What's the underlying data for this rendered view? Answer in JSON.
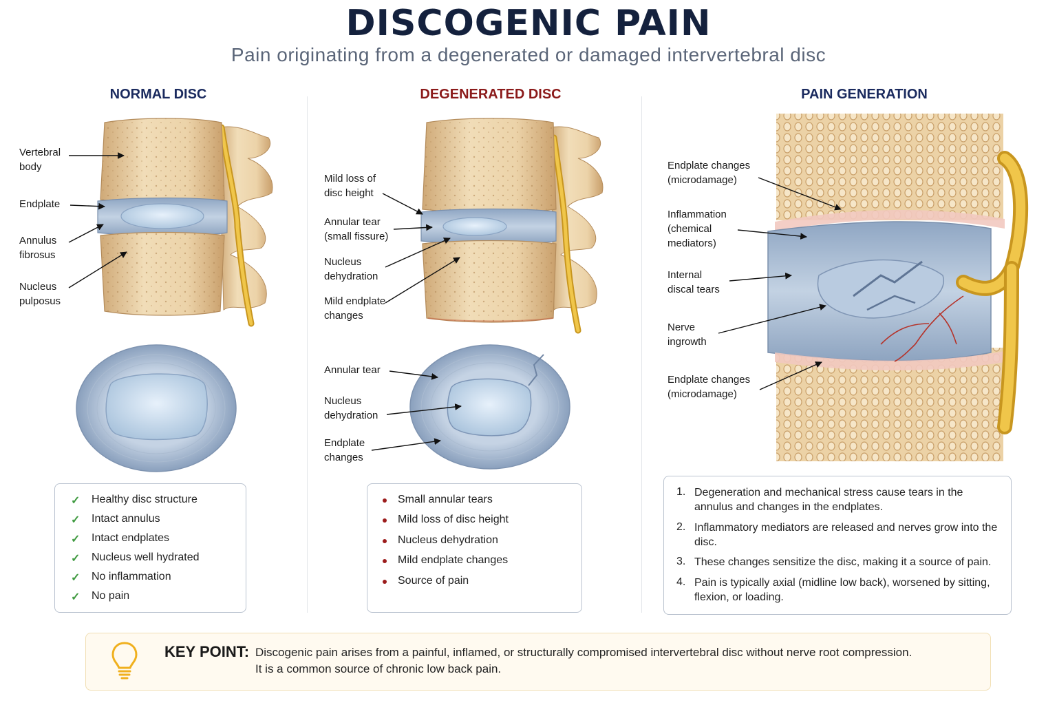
{
  "header": {
    "title": "DISCOGENIC PAIN",
    "subtitle": "Pain originating from a degenerated or damaged intervertebral disc"
  },
  "columns": {
    "normal": {
      "heading": "NORMAL DISC",
      "heading_color": "#1a2a5e",
      "labels": [
        "Vertebral\nbody",
        "Endplate",
        "Annulus\nfibrosus",
        "Nucleus\npulposus"
      ],
      "features": [
        "Healthy disc structure",
        "Intact annulus",
        "Intact endplates",
        "Nucleus well hydrated",
        "No inflammation",
        "No pain"
      ]
    },
    "degenerated": {
      "heading": "DEGENERATED DISC",
      "heading_color": "#8b1a1a",
      "side_labels": [
        "Mild loss of\ndisc height",
        "Annular tear\n(small fissure)",
        "Nucleus\ndehydration",
        "Mild endplate\nchanges"
      ],
      "cross_labels": [
        "Annular tear",
        "Nucleus\ndehydration",
        "Endplate\nchanges"
      ],
      "features": [
        "Small annular tears",
        "Mild loss of disc height",
        "Nucleus dehydration",
        "Mild endplate changes",
        "Source of pain"
      ]
    },
    "pain": {
      "heading": "PAIN GENERATION",
      "heading_color": "#1a2a5e",
      "labels": [
        "Endplate changes\n(microdamage)",
        "Inflammation\n(chemical\nmediators)",
        "Internal\ndiscal tears",
        "Nerve\ningrowth",
        "Endplate changes\n(microdamage)"
      ],
      "steps": [
        "Degeneration and mechanical stress cause tears in the annulus and changes in the endplates.",
        "Inflammatory mediators are released and nerves grow into the disc.",
        "These changes sensitize the disc, making it a source of pain.",
        "Pain is typically axial (midline low back), worsened by sitting, flexion, or loading."
      ]
    }
  },
  "key_point": {
    "label": "KEY POINT:",
    "text": "Discogenic pain arises from a painful, inflamed, or structurally compromised intervertebral disc without nerve root compression.\nIt is a common source of chronic low back pain.",
    "icon": "lightbulb-icon"
  },
  "colors": {
    "bone": "#e8cfa4",
    "disc": "#aebfd4",
    "nerve": "#e2b23a",
    "inflammation": "#c0392b"
  }
}
